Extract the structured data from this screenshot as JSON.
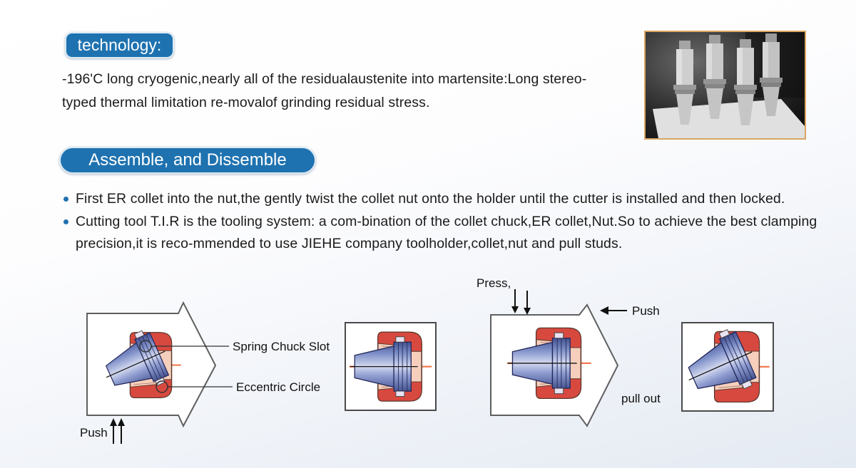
{
  "badges": {
    "technology": "technology:",
    "assemble": "Assemble, and Dissemble",
    "accent_color": "#1e72b0"
  },
  "tech_section": {
    "lines": [
      "-196'C long cryogenic,nearly all of the residualaustenite into martensite:Long stereo-",
      "typed thermal limitation re-movalof grinding residual stress."
    ]
  },
  "assemble_section": {
    "bullets": [
      {
        "lines": [
          "First ER collet into the nut,the gently twist the collet nut onto the holder until the cutter is installed and then locked."
        ]
      },
      {
        "lines": [
          "Cutting tool T.I.R is the tooling system: a com-bination of the collet chuck,ER collet,Nut.So to  achieve the best clamping",
          "precision,it is reco-mmended to use JIEHE company toolholder,collet,nut and pull studs."
        ]
      }
    ]
  },
  "diagram": {
    "labels": {
      "press": "Press,",
      "push_top": "Push",
      "pull_out": "pull out",
      "spring_chuck_slot": "Spring Chuck Slot",
      "eccentric_circle": "Eccentric Circle",
      "push_bottom": "Push"
    },
    "colors": {
      "collet_blue": "#41509a",
      "nut_red": "#d7493f",
      "nut_pink": "#f5cfbc",
      "centerline_orange": "#f47a50",
      "arrow_outline": "#5f5f5f"
    }
  },
  "photo": {
    "description": "black and white photo of collet chuck toolholders",
    "border_color": "#d9a560"
  }
}
